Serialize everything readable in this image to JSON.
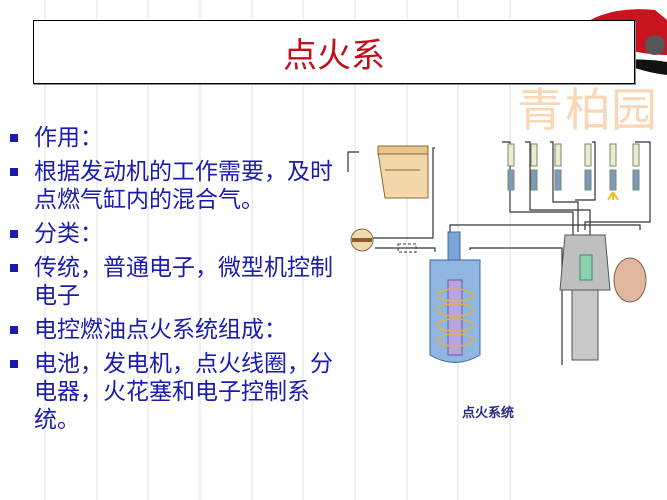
{
  "slide": {
    "title": "点火系",
    "bullets": [
      "作用：",
      "根据发动机的工作需要，及时点燃气缸内的混合气。",
      "分类：",
      "传统，普通电子，微型机控制电子",
      "电控燃油点火系统组成：",
      "电池，发电机，点火线圈，分电器，火花塞和电子控制系统。"
    ],
    "diagram_caption": "点火系统"
  },
  "colors": {
    "title": "#c0101a",
    "body_text": "#1a1ab0",
    "bullet": "#1a1ab0"
  }
}
